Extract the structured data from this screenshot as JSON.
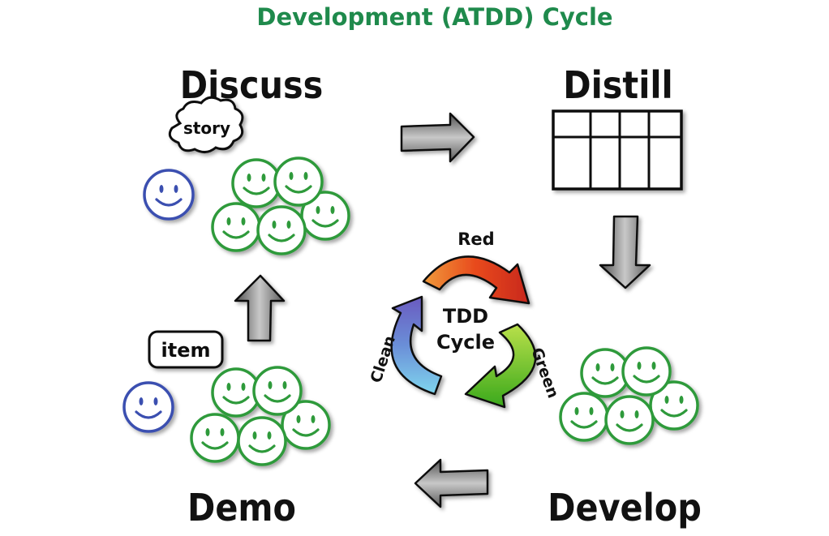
{
  "title": "Development (ATDD) Cycle",
  "stages": {
    "discuss": "Discuss",
    "distill": "Distill",
    "develop": "Develop",
    "demo": "Demo"
  },
  "notes": {
    "story": "story",
    "item": "item"
  },
  "tdd": {
    "label_line1": "TDD",
    "label_line2": "Cycle",
    "red": "Red",
    "green": "Green",
    "clean": "Clean"
  },
  "colors": {
    "title": "#1f8a4c",
    "team_face": "#2e9a3a",
    "customer_face": "#3a4fb0",
    "stage_text": "#111111",
    "red_arrow": "#e8491d",
    "green_arrow": "#5cc01e",
    "blue_arrow": "#5a86d6",
    "flow_arrow": "#8a8a8a"
  }
}
